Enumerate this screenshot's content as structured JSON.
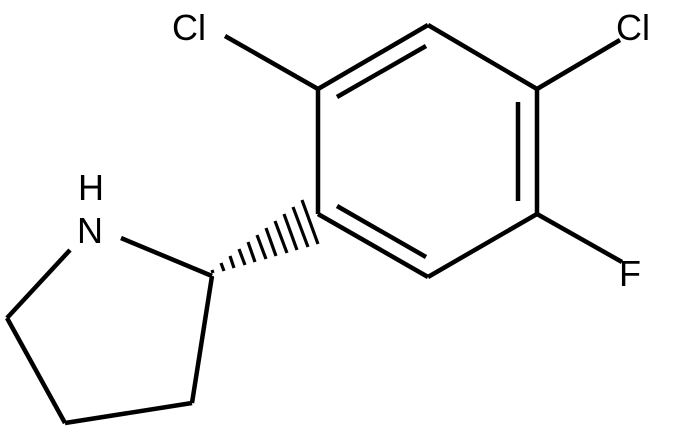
{
  "molecule": {
    "atoms": {
      "cl_top_left": "Cl",
      "cl_top_right": "Cl",
      "fluorine": "F",
      "nitrogen_h": "H",
      "nitrogen_n": "N"
    },
    "colors": {
      "bond": "#000000",
      "label": "#000000",
      "background": "#ffffff"
    }
  }
}
